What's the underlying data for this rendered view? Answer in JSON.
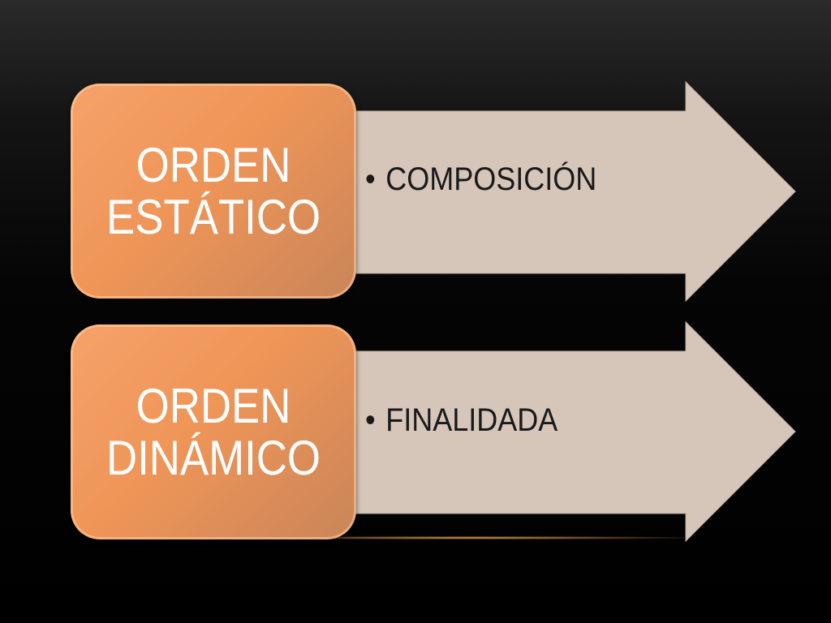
{
  "diagram": {
    "rows": [
      {
        "title_lines": [
          "ORDEN",
          "ESTÁTICO"
        ],
        "bullet": "•",
        "item": "COMPOSICIÓN"
      },
      {
        "title_lines": [
          "ORDEN",
          "DINÁMICO"
        ],
        "bullet": "•",
        "item": "FINALIDADA"
      }
    ]
  },
  "colors": {
    "block": "#ef9558",
    "arrow": "#d6c6ba",
    "background": "#000000",
    "title_text": "#ffffff",
    "item_text": "#1a1a1a"
  }
}
